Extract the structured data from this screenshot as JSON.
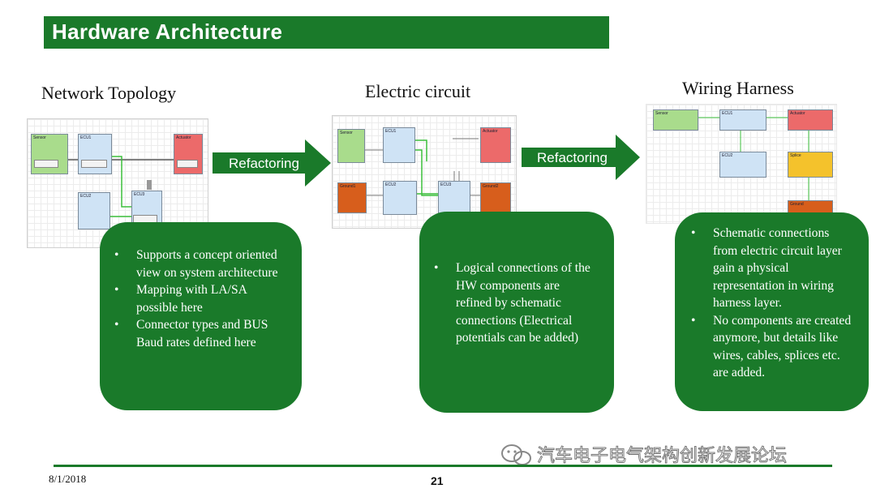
{
  "title": "Hardware Architecture",
  "columns": [
    {
      "heading": "Network Topology",
      "bullets": [
        "Supports a concept oriented view on system architecture",
        "Mapping with LA/SA possible here",
        "Connector types and BUS Baud rates defined here"
      ]
    },
    {
      "heading": "Electric circuit",
      "bullets": [
        "Logical connections of the HW components are refined by schematic connections (Electrical potentials can be added)"
      ]
    },
    {
      "heading": "Wiring Harness",
      "bullets": [
        "Schematic connections from electric circuit layer gain a physical representation in wiring harness layer.",
        "No components are created anymore, but details like wires, cables, splices etc. are added."
      ]
    }
  ],
  "arrows": [
    "Refactoring",
    "Refactoring"
  ],
  "colors": {
    "green": "#1a7a2a"
  },
  "footer": {
    "date": "8/1/2018",
    "page": "21",
    "watermark": "汽车电子电气架构创新发展论坛",
    "watermark_icon": "wechat-icon"
  }
}
